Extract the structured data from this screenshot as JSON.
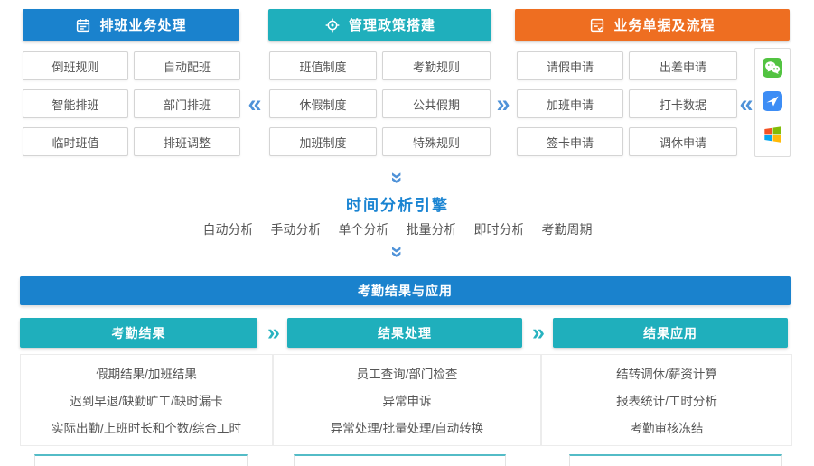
{
  "colors": {
    "blue": "#1a82cd",
    "teal": "#1fafbc",
    "orange": "#ee6e21",
    "chevron_blue": "#4f92d8",
    "chevron_teal": "#27b3c0",
    "node_border": "#d4d4d4",
    "text_gray": "#565656"
  },
  "icons": {
    "chevron_left": "«",
    "chevron_right": "»"
  },
  "top_groups": [
    {
      "title": "排班业务处理",
      "icon": "calendar-icon",
      "items": [
        "倒班规则",
        "自动配班",
        "智能排班",
        "部门排班",
        "临时班值",
        "排班调整"
      ]
    },
    {
      "title": "管理政策搭建",
      "icon": "gear-icon",
      "items": [
        "班值制度",
        "考勤规则",
        "休假制度",
        "公共假期",
        "加班制度",
        "特殊规则"
      ]
    },
    {
      "title": "业务单据及流程",
      "icon": "form-icon",
      "items": [
        "请假申请",
        "出差申请",
        "加班申请",
        "打卡数据",
        "签卡申请",
        "调休申请"
      ]
    }
  ],
  "integrations": [
    "wechat",
    "dingtalk",
    "windows"
  ],
  "engine": {
    "title": "时间分析引擎",
    "items": [
      "自动分析",
      "手动分析",
      "单个分析",
      "批量分析",
      "即时分析",
      "考勤周期"
    ]
  },
  "results": {
    "banner": "考勤结果与应用",
    "columns": [
      {
        "title": "考勤结果",
        "items": [
          "假期结果/加班结果",
          "迟到早退/缺勤旷工/缺时漏卡",
          "实际出勤/上班时长和个数/综合工时"
        ]
      },
      {
        "title": "结果处理",
        "items": [
          "员工查询/部门检查",
          "异常申诉",
          "异常处理/批量处理/自动转换"
        ]
      },
      {
        "title": "结果应用",
        "items": [
          "结转调休/薪资计算",
          "报表统计/工时分析",
          "考勤审核冻结"
        ]
      }
    ]
  }
}
